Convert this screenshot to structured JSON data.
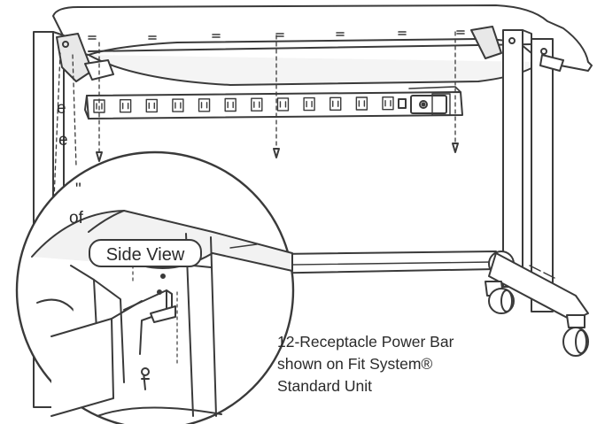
{
  "fragments": {
    "line1": "e",
    "line2": "e",
    "line3": "\"",
    "line4": "of"
  },
  "callout": {
    "label": "Side View"
  },
  "caption": {
    "line1": "12-Receptacle Power Bar",
    "line2": "shown on Fit System®",
    "line3": "Standard Unit"
  },
  "power_bar": {
    "receptacle_count": 12
  }
}
